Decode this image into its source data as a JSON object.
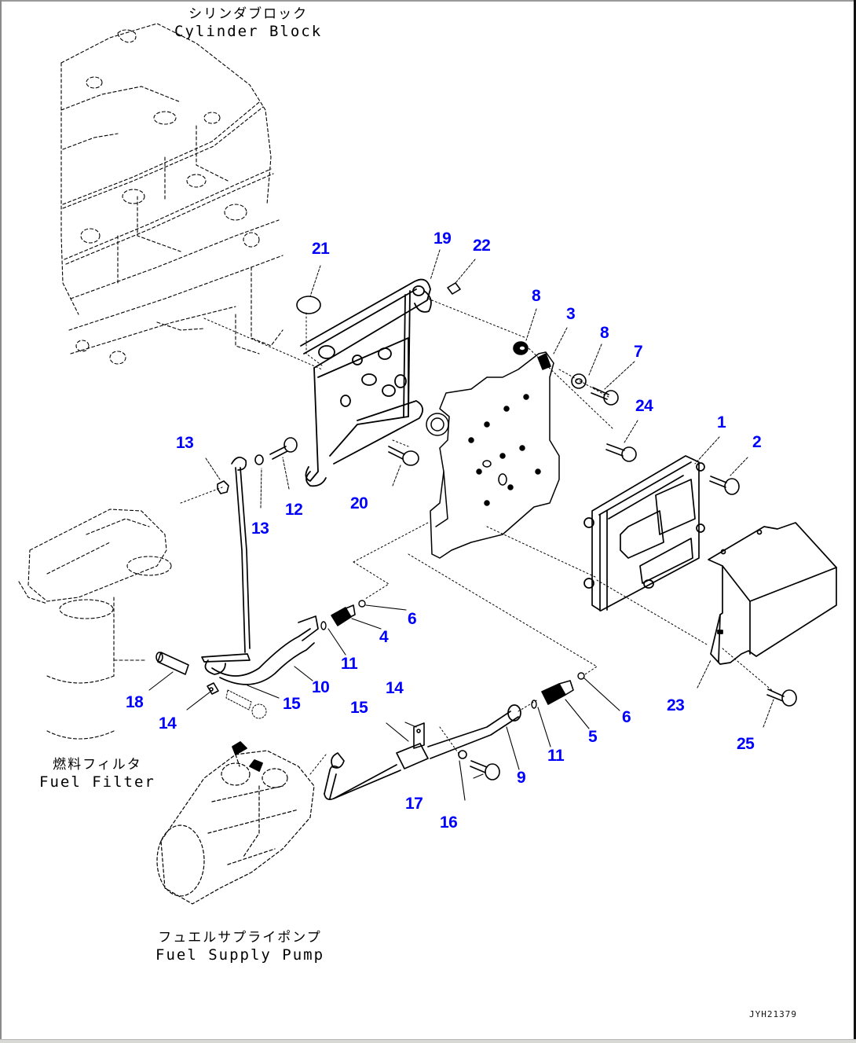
{
  "diagram": {
    "type": "exploded parts diagram",
    "drawing_id": "JYH21379",
    "label_color": "#0000ff",
    "line_color": "#000000",
    "background": "#ffffff"
  },
  "captions": {
    "cylinder_block": {
      "jp": "シリンダブロック",
      "en": "Cylinder Block"
    },
    "fuel_filter": {
      "jp": "燃料フィルタ",
      "en": "Fuel Filter"
    },
    "fuel_supply_pump": {
      "jp": "フュエルサプライポンプ",
      "en": "Fuel Supply Pump"
    }
  },
  "callouts": [
    {
      "id": "c1",
      "label": "1"
    },
    {
      "id": "c2",
      "label": "2"
    },
    {
      "id": "c3",
      "label": "3"
    },
    {
      "id": "c4",
      "label": "4"
    },
    {
      "id": "c5",
      "label": "5"
    },
    {
      "id": "c6a",
      "label": "6"
    },
    {
      "id": "c6b",
      "label": "6"
    },
    {
      "id": "c7",
      "label": "7"
    },
    {
      "id": "c8a",
      "label": "8"
    },
    {
      "id": "c8b",
      "label": "8"
    },
    {
      "id": "c9",
      "label": "9"
    },
    {
      "id": "c10",
      "label": "10"
    },
    {
      "id": "c11a",
      "label": "11"
    },
    {
      "id": "c11b",
      "label": "11"
    },
    {
      "id": "c12",
      "label": "12"
    },
    {
      "id": "c13a",
      "label": "13"
    },
    {
      "id": "c13b",
      "label": "13"
    },
    {
      "id": "c14a",
      "label": "14"
    },
    {
      "id": "c14b",
      "label": "14"
    },
    {
      "id": "c15a",
      "label": "15"
    },
    {
      "id": "c15b",
      "label": "15"
    },
    {
      "id": "c16",
      "label": "16"
    },
    {
      "id": "c17",
      "label": "17"
    },
    {
      "id": "c18",
      "label": "18"
    },
    {
      "id": "c19",
      "label": "19"
    },
    {
      "id": "c20",
      "label": "20"
    },
    {
      "id": "c21",
      "label": "21"
    },
    {
      "id": "c22",
      "label": "22"
    },
    {
      "id": "c23",
      "label": "23"
    },
    {
      "id": "c24",
      "label": "24"
    },
    {
      "id": "c25",
      "label": "25"
    }
  ]
}
